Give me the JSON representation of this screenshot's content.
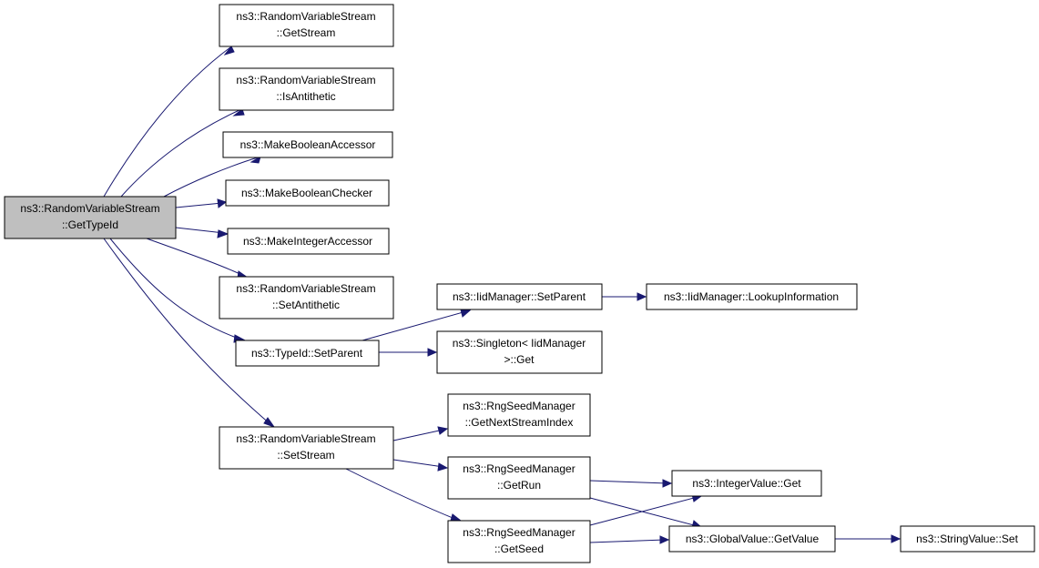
{
  "graph": {
    "edge_color": "#191970",
    "root_fill": "#bfbfbf",
    "node_fill": "#ffffff",
    "nodes": {
      "root": {
        "lines": [
          "ns3::RandomVariableStream",
          "::GetTypeId"
        ]
      },
      "getstream": {
        "lines": [
          "ns3::RandomVariableStream",
          "::GetStream"
        ]
      },
      "isantithetic": {
        "lines": [
          "ns3::RandomVariableStream",
          "::IsAntithetic"
        ]
      },
      "makeboolacc": {
        "lines": [
          "ns3::MakeBooleanAccessor"
        ]
      },
      "makeboolchk": {
        "lines": [
          "ns3::MakeBooleanChecker"
        ]
      },
      "makeintacc": {
        "lines": [
          "ns3::MakeIntegerAccessor"
        ]
      },
      "setantithetic": {
        "lines": [
          "ns3::RandomVariableStream",
          "::SetAntithetic"
        ]
      },
      "typeidsetparent": {
        "lines": [
          "ns3::TypeId::SetParent"
        ]
      },
      "iidsetparent": {
        "lines": [
          "ns3::IidManager::SetParent"
        ]
      },
      "lookupinfo": {
        "lines": [
          "ns3::IidManager::LookupInformation"
        ]
      },
      "singletonget": {
        "lines": [
          "ns3::Singleton< IidManager",
          ">::Get"
        ]
      },
      "setstream": {
        "lines": [
          "ns3::RandomVariableStream",
          "::SetStream"
        ]
      },
      "getnextstream": {
        "lines": [
          "ns3::RngSeedManager",
          "::GetNextStreamIndex"
        ]
      },
      "getrun": {
        "lines": [
          "ns3::RngSeedManager",
          "::GetRun"
        ]
      },
      "getseed": {
        "lines": [
          "ns3::RngSeedManager",
          "::GetSeed"
        ]
      },
      "integerget": {
        "lines": [
          "ns3::IntegerValue::Get"
        ]
      },
      "globalgetvalue": {
        "lines": [
          "ns3::GlobalValue::GetValue"
        ]
      },
      "stringset": {
        "lines": [
          "ns3::StringValue::Set"
        ]
      }
    },
    "edges": [
      {
        "from": "root",
        "to": "getstream"
      },
      {
        "from": "root",
        "to": "isantithetic"
      },
      {
        "from": "root",
        "to": "makeboolacc"
      },
      {
        "from": "root",
        "to": "makeboolchk"
      },
      {
        "from": "root",
        "to": "makeintacc"
      },
      {
        "from": "root",
        "to": "setantithetic"
      },
      {
        "from": "root",
        "to": "typeidsetparent"
      },
      {
        "from": "root",
        "to": "setstream"
      },
      {
        "from": "typeidsetparent",
        "to": "iidsetparent"
      },
      {
        "from": "typeidsetparent",
        "to": "singletonget"
      },
      {
        "from": "iidsetparent",
        "to": "lookupinfo"
      },
      {
        "from": "setstream",
        "to": "getnextstream"
      },
      {
        "from": "setstream",
        "to": "getrun"
      },
      {
        "from": "setstream",
        "to": "getseed"
      },
      {
        "from": "getrun",
        "to": "integerget"
      },
      {
        "from": "getrun",
        "to": "globalgetvalue"
      },
      {
        "from": "getseed",
        "to": "integerget"
      },
      {
        "from": "getseed",
        "to": "globalgetvalue"
      },
      {
        "from": "globalgetvalue",
        "to": "stringset"
      }
    ]
  }
}
